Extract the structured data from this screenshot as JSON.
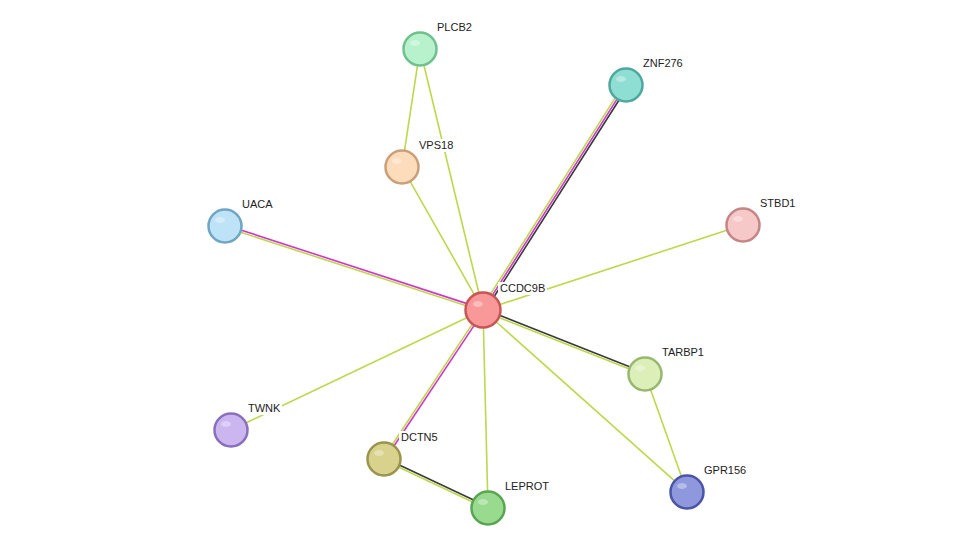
{
  "diagram": {
    "nodes": [
      {
        "text": [
          "PLCB2"
        ]
      },
      {
        "text": [
          "ZNF276"
        ]
      },
      {
        "text": [
          "VPS18"
        ]
      },
      {
        "text": [
          "UACA"
        ]
      },
      {
        "text": [
          "STBD1"
        ]
      },
      {
        "text": [
          "CCDC9B"
        ]
      },
      {
        "text": [
          "TARBP1"
        ]
      },
      {
        "text": [
          "TWNK"
        ]
      },
      {
        "text": [
          "DCTN5"
        ]
      },
      {
        "text": [
          "GPR156"
        ]
      },
      {
        "text": [
          "LEPROT"
        ]
      }
    ],
    "edges": [
      {
        "from": 0,
        "to": 2,
        "arrow": "none"
      },
      {
        "from": 0,
        "to": 5,
        "arrow": "none"
      },
      {
        "from": 2,
        "to": 5,
        "arrow": "none"
      },
      {
        "from": 1,
        "to": 5,
        "arrow": "none"
      },
      {
        "from": 3,
        "to": 5,
        "arrow": "none"
      },
      {
        "from": 4,
        "to": 5,
        "arrow": "none"
      },
      {
        "from": 5,
        "to": 6,
        "arrow": "none"
      },
      {
        "from": 7,
        "to": 5,
        "arrow": "none"
      },
      {
        "from": 8,
        "to": 5,
        "arrow": "none"
      },
      {
        "from": 8,
        "to": 10,
        "arrow": "none"
      },
      {
        "from": 10,
        "to": 5,
        "arrow": "none"
      },
      {
        "from": 9,
        "to": 5,
        "arrow": "none"
      },
      {
        "from": 6,
        "to": 9,
        "arrow": "none"
      }
    ]
  }
}
